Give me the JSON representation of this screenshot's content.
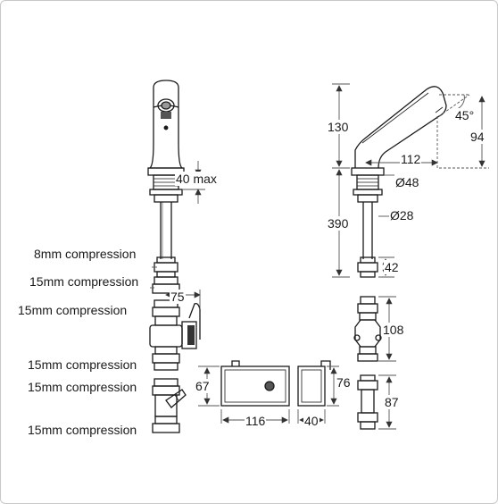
{
  "labels": {
    "comp_8mm": "8mm compression",
    "comp_15mm_1": "15mm compression",
    "comp_15mm_2": "15mm compression",
    "comp_15mm_3": "15mm compression",
    "comp_15mm_4": "15mm compression",
    "comp_15mm_5": "15mm compression"
  },
  "dims": {
    "max40": "40 max",
    "d75": "75",
    "d67": "67",
    "d116": "116",
    "d40": "40",
    "d76": "76",
    "d130": "130",
    "d45deg": "45°",
    "d94": "94",
    "d112": "112",
    "d48": "Ø48",
    "d390": "390",
    "d28": "Ø28",
    "d42": "42",
    "d108": "108",
    "d87": "87"
  },
  "colors": {
    "line": "#1a1a1a",
    "dim_line": "#555555",
    "frame": "#c8c8c8"
  }
}
